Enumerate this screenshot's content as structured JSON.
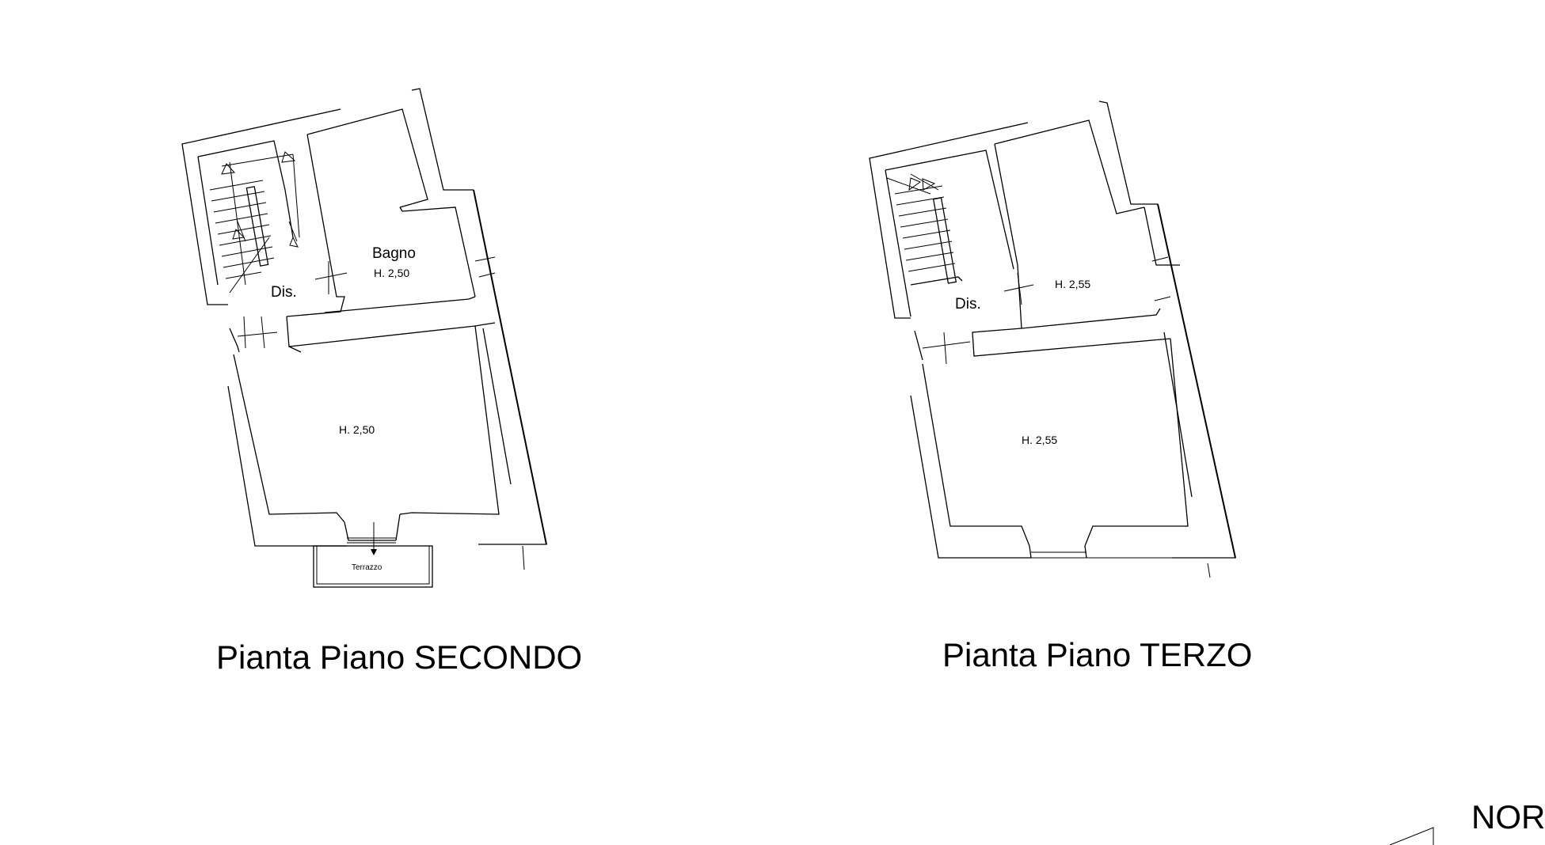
{
  "plans": [
    {
      "caption": "Pianta Piano SECONDO",
      "rooms": [
        {
          "label": "Bagno",
          "height": "H. 2,50"
        },
        {
          "label": "Dis."
        },
        {
          "height": "H. 2,50"
        }
      ],
      "terrace_label": "Terrazzo"
    },
    {
      "caption": "Pianta Piano TERZO",
      "rooms": [
        {
          "height": "H. 2,55"
        },
        {
          "label": "Dis."
        },
        {
          "height": "H. 2,55"
        }
      ]
    }
  ],
  "north_label": "NOR"
}
